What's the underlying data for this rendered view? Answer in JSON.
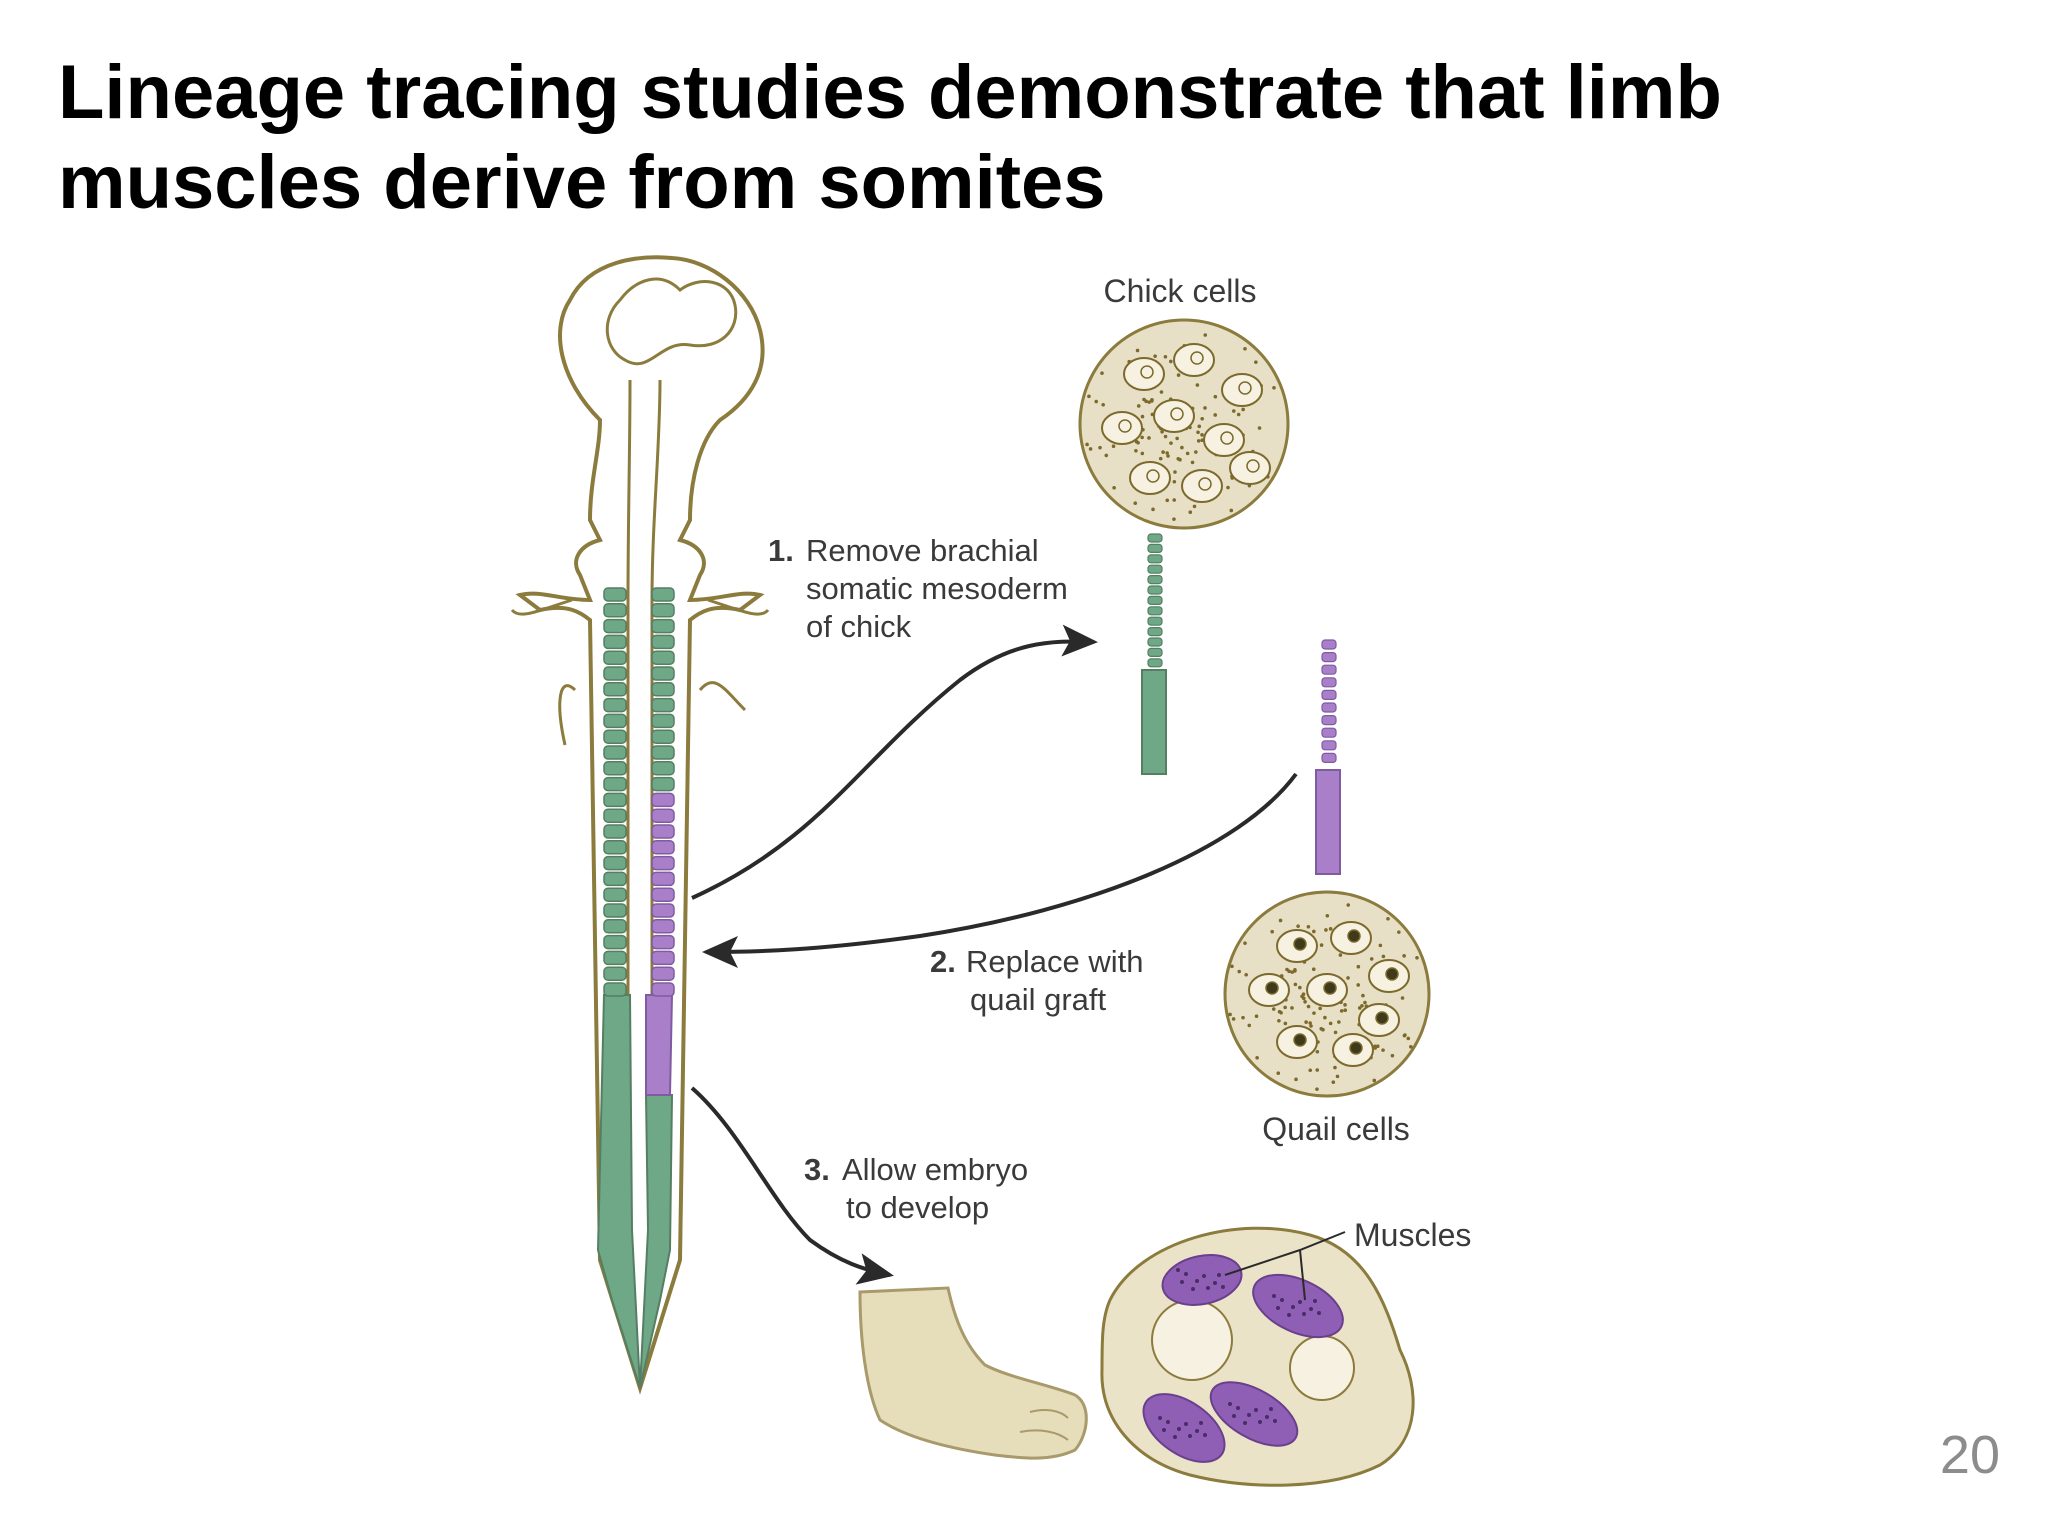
{
  "slide": {
    "title_lines": [
      "Lineage tracing studies demonstrate that limb",
      "muscles derive from somites"
    ],
    "page_number": "20"
  },
  "diagram": {
    "steps": [
      {
        "number": "1.",
        "lines": [
          "Remove brachial",
          "somatic mesoderm",
          "of chick"
        ]
      },
      {
        "number": "2.",
        "lines": [
          "Replace with",
          "quail graft"
        ]
      },
      {
        "number": "3.",
        "lines": [
          "Allow embryo",
          "to develop"
        ]
      }
    ],
    "labels": {
      "chick_cells": "Chick cells",
      "quail_cells": "Quail cells",
      "muscles": "Muscles"
    },
    "colors": {
      "chick_tissue": "#6ea886",
      "quail_tissue": "#a97fc9",
      "outline": "#8b7b3d",
      "cell_background": "#eee8d2",
      "limb": "#e6ddbb",
      "arrow": "#2a2a2a"
    }
  }
}
